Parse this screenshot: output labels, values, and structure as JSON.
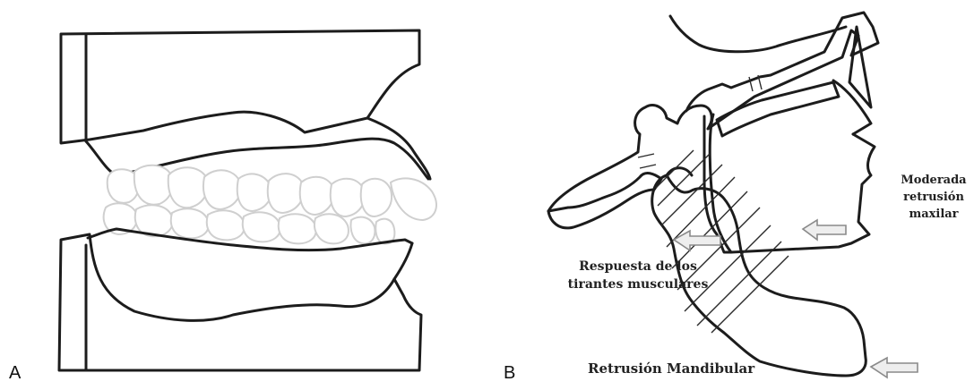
{
  "panels": {
    "a": {
      "letter": "A"
    },
    "b": {
      "letter": "B"
    }
  },
  "annotations": {
    "maxillary": {
      "line1": "Moderada",
      "line2": "retrusión",
      "line3": "maxilar"
    },
    "muscle": {
      "line1": "Respuesta de los",
      "line2": "tirantes musculares"
    },
    "mandibular": {
      "text": "Retrusión Mandibular"
    }
  },
  "colors": {
    "ink": "#1c1c1c",
    "arrow_fill": "#eeeeee",
    "arrow_stroke": "#8a8a8a"
  }
}
